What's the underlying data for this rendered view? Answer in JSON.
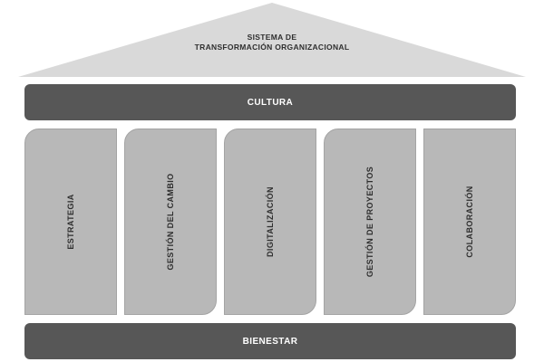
{
  "roof": {
    "line1": "SISTEMA DE",
    "line2": "TRANSFORMACIÓN ORGANIZACIONAL",
    "color": "#d9d9d9"
  },
  "top_band": {
    "label": "CULTURA"
  },
  "pillars": [
    {
      "label": "ESTRATEGIA"
    },
    {
      "label": "GESTIÓN DEL CAMBIO"
    },
    {
      "label": "DIGITALIZACIÓN"
    },
    {
      "label": "GESTIÓN DE PROYECTOS"
    },
    {
      "label": "COLABORACIÓN"
    }
  ],
  "bottom_band": {
    "label": "BIENESTAR"
  },
  "colors": {
    "band": "#575757",
    "pillar": "#b8b8b8",
    "text_dark": "#2f2f2f",
    "text_light": "#ffffff"
  }
}
